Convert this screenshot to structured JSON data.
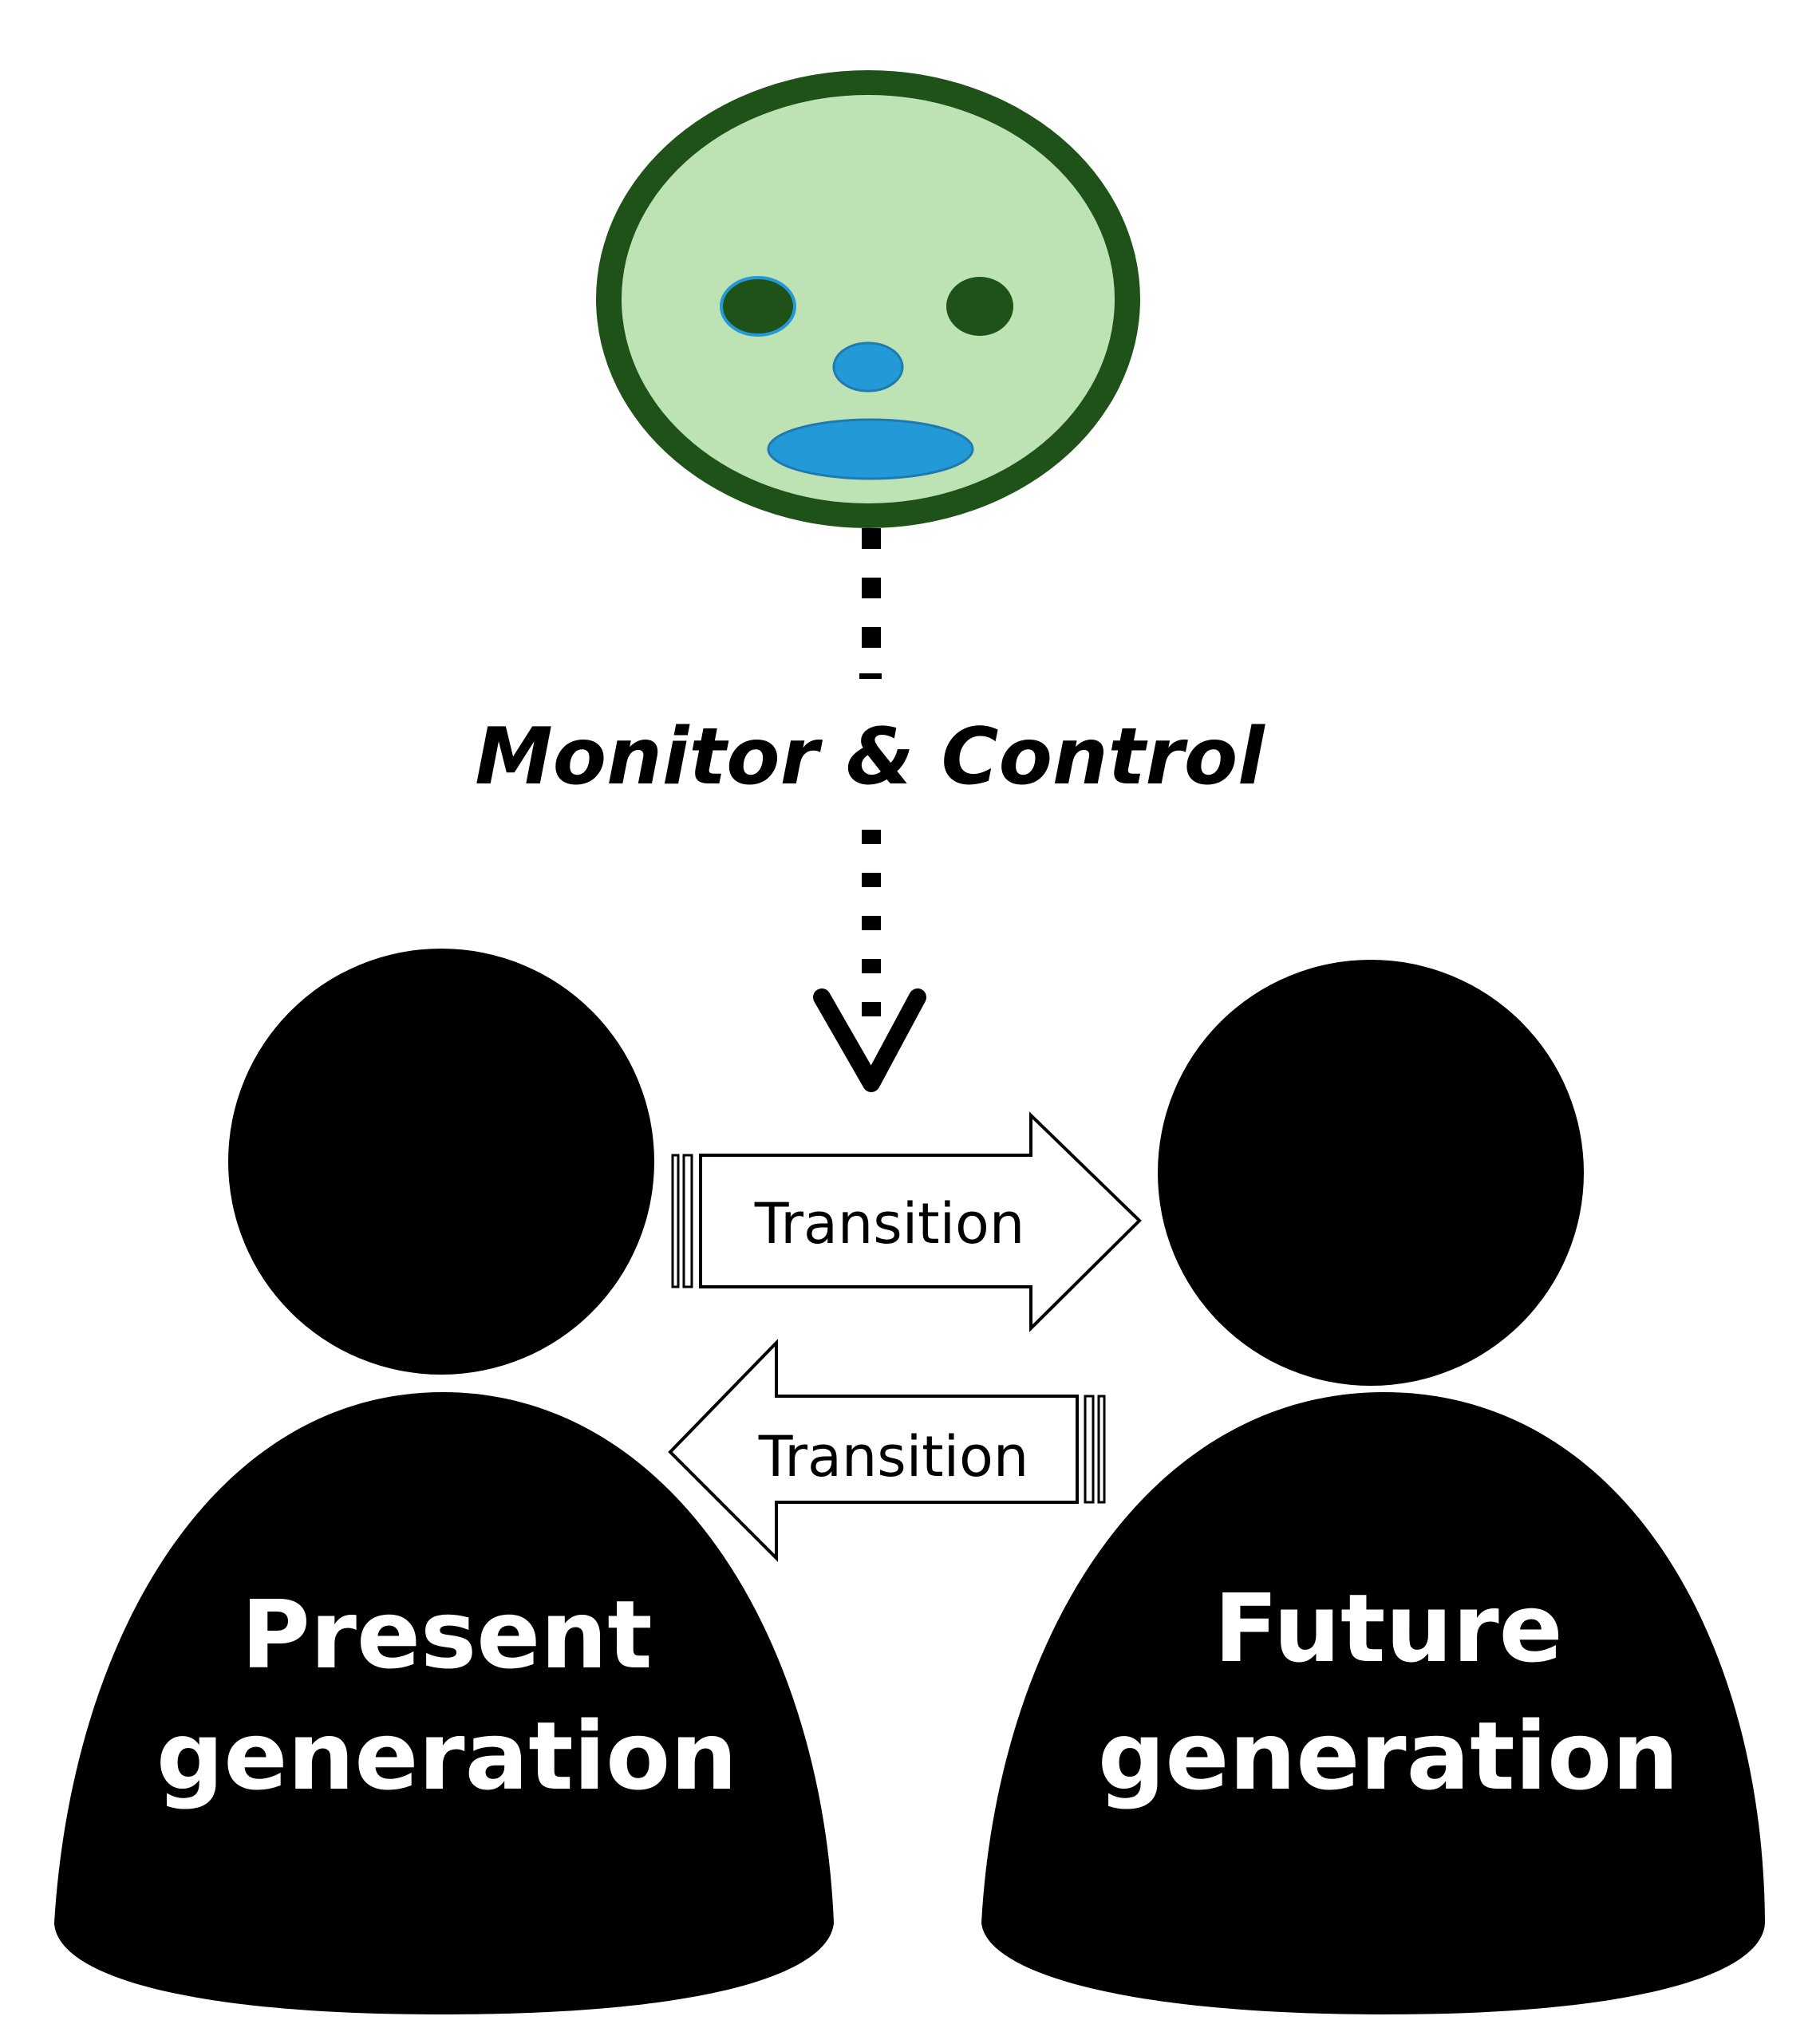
{
  "monitor_label": "Monitor & Control",
  "present": {
    "line1": "Present",
    "line2": "generation"
  },
  "future": {
    "line1": "Future",
    "line2": "generation"
  },
  "transition_forward": "Transition",
  "transition_back": "Transition",
  "colors": {
    "face_fill": "#BDE3B5",
    "face_outline": "#1F5218",
    "eye": "#1F5218",
    "nose_mouth": "#2399D8",
    "person": "#000000",
    "person_text": "#FFFFFF",
    "arrow_text": "#000000"
  }
}
